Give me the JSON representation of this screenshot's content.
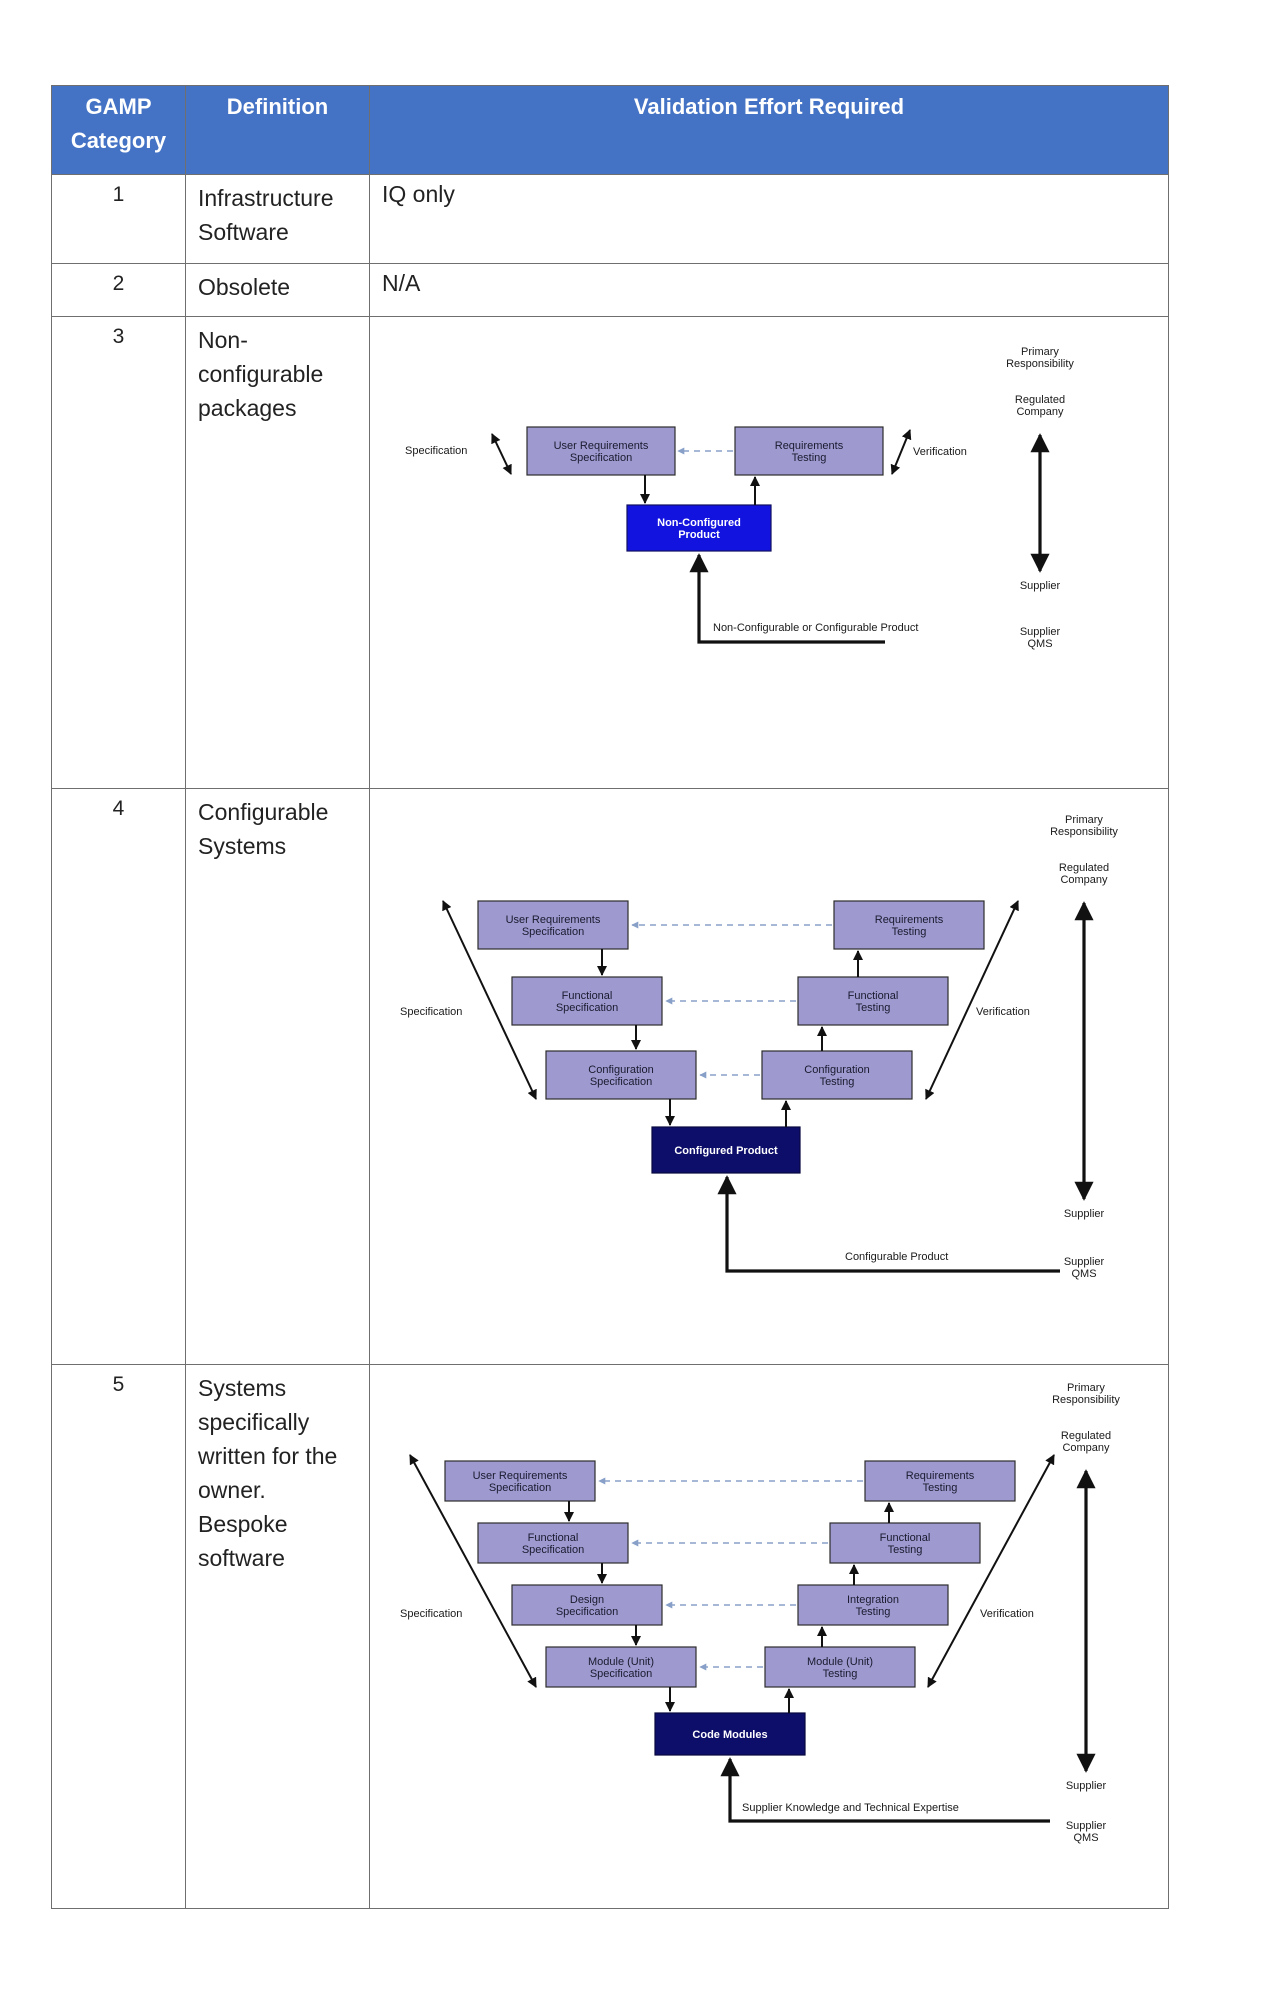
{
  "table": {
    "headers": [
      "GAMP Category",
      "Definition",
      "Validation Effort Required"
    ],
    "rows": [
      {
        "category": "1",
        "definition": "Infrastructure Software",
        "effort": "IQ only"
      },
      {
        "category": "2",
        "definition": "Obsolete",
        "effort": "N/A"
      },
      {
        "category": "3",
        "definition": "Non-configurable packages",
        "effort": ""
      },
      {
        "category": "4",
        "definition": "Configurable Systems",
        "effort": ""
      },
      {
        "category": "5",
        "definition": "Systems specifically written for the owner. Bespoke software",
        "effort": ""
      }
    ]
  },
  "diagrams": {
    "labels": {
      "specification": "Specification",
      "verification": "Verification",
      "primary_responsibility": [
        "Primary",
        "Responsibility"
      ],
      "regulated_company": [
        "Regulated",
        "Company"
      ],
      "supplier": "Supplier",
      "supplier_qms": [
        "Supplier",
        "QMS"
      ]
    },
    "cat3": {
      "left": [
        [
          "User Requirements",
          "Specification"
        ]
      ],
      "right": [
        [
          "Requirements",
          "Testing"
        ]
      ],
      "product": [
        "Non-Configured",
        "Product"
      ],
      "source": "Non-Configurable or Configurable Product"
    },
    "cat4": {
      "left": [
        [
          "User Requirements",
          "Specification"
        ],
        [
          "Functional",
          "Specification"
        ],
        [
          "Configuration",
          "Specification"
        ]
      ],
      "right": [
        [
          "Requirements",
          "Testing"
        ],
        [
          "Functional",
          "Testing"
        ],
        [
          "Configuration",
          "Testing"
        ]
      ],
      "product": [
        "Configured Product"
      ],
      "source": "Configurable Product"
    },
    "cat5": {
      "left": [
        [
          "User Requirements",
          "Specification"
        ],
        [
          "Functional",
          "Specification"
        ],
        [
          "Design",
          "Specification"
        ],
        [
          "Module (Unit)",
          "Specification"
        ]
      ],
      "right": [
        [
          "Requirements",
          "Testing"
        ],
        [
          "Functional",
          "Testing"
        ],
        [
          "Integration",
          "Testing"
        ],
        [
          "Module (Unit)",
          "Testing"
        ]
      ],
      "product": [
        "Code Modules"
      ],
      "source": "Supplier Knowledge and Technical Expertise"
    }
  },
  "colors": {
    "header_bg": "#4472c4",
    "spec_box": "#9e9ad0",
    "product_box_cat3": "#1313e0",
    "product_box_dark": "#0d0d6a"
  }
}
